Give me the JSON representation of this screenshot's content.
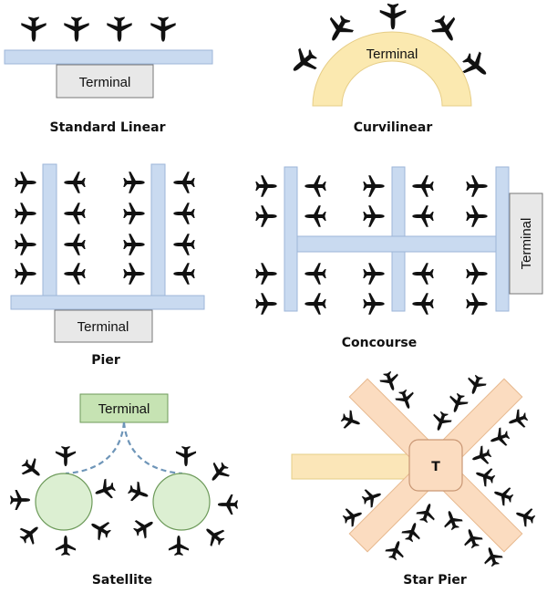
{
  "panels": {
    "standard_linear": {
      "caption": "Standard Linear",
      "terminal_label": "Terminal"
    },
    "curvilinear": {
      "caption": "Curvilinear",
      "terminal_label": "Terminal"
    },
    "pier": {
      "caption": "Pier",
      "terminal_label": "Terminal"
    },
    "concourse": {
      "caption": "Concourse",
      "terminal_label": "Terminal"
    },
    "satellite": {
      "caption": "Satellite",
      "terminal_label": "Terminal"
    },
    "star_pier": {
      "caption": "Star Pier",
      "terminal_label": "T"
    }
  },
  "icons": {
    "aircraft": "airplane-icon"
  },
  "colors": {
    "corridor_blue": "#c9daf0",
    "corridor_blue_stroke": "#9db6d9",
    "terminal_gray": "#e8e8e8",
    "curve_yellow": "#fbe9b0",
    "satellite_green": "#dcefd2",
    "terminal_green": "#c6e3b3",
    "star_peach": "#fbdcc0",
    "star_yellow": "#fbe6b8",
    "dashed_blue": "#6e95b8",
    "aircraft": "#111111"
  }
}
